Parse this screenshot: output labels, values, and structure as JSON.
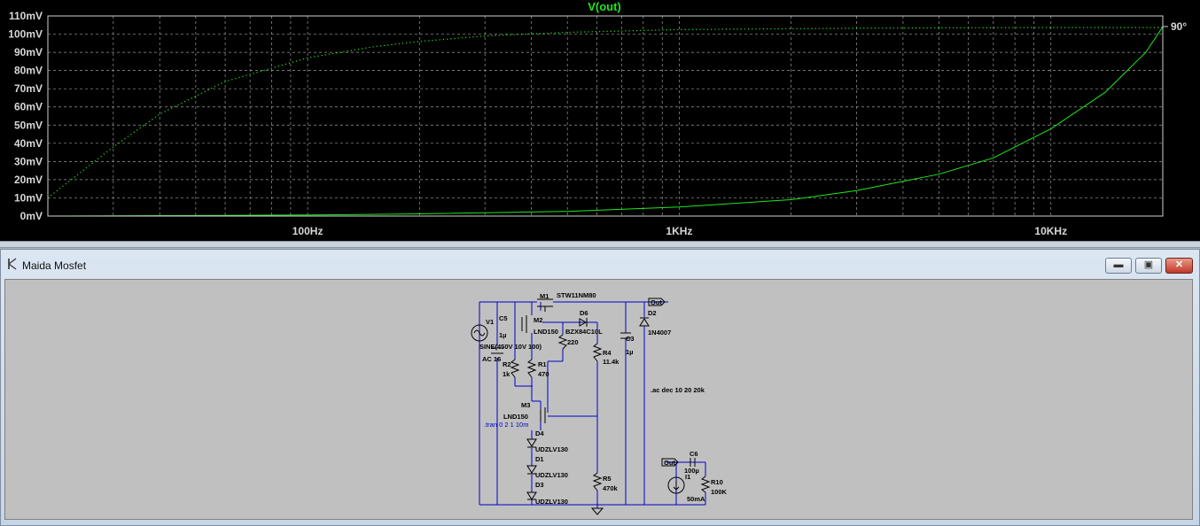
{
  "plot": {
    "trace_name": "V(out)",
    "phase_label": "90°",
    "colors": {
      "background": "#000000",
      "grid": "#9a9a9a",
      "axis_text": "#d8d8d8",
      "trace": "#1ee81e"
    }
  },
  "chart_data": {
    "type": "line",
    "title": "V(out)",
    "x_scale": "log",
    "xlim": [
      20,
      20000
    ],
    "ylim": [
      0,
      110
    ],
    "y_unit": "mV",
    "x_ticks": [
      "100Hz",
      "1KHz",
      "10KHz"
    ],
    "y_ticks": [
      "0mV",
      "10mV",
      "20mV",
      "30mV",
      "40mV",
      "50mV",
      "60mV",
      "70mV",
      "80mV",
      "90mV",
      "100mV",
      "110mV"
    ],
    "right_axis_label": "90°",
    "grid": true,
    "series": [
      {
        "style": "solid",
        "x": [
          20,
          50,
          100,
          200,
          500,
          1000,
          2000,
          3000,
          5000,
          7000,
          10000,
          14000,
          18000,
          20000
        ],
        "y": [
          0,
          0.3,
          0.6,
          1.2,
          2.6,
          5,
          9,
          14,
          23,
          32,
          48,
          68,
          90,
          104
        ]
      },
      {
        "style": "dotted",
        "x": [
          20,
          30,
          40,
          60,
          100,
          150,
          200,
          300,
          500,
          1000,
          2000,
          5000,
          10000,
          17000,
          20000
        ],
        "y": [
          10,
          38,
          56,
          74,
          87,
          93,
          96,
          99,
          101,
          102.5,
          103,
          103.5,
          103.6,
          103.6,
          103.6
        ]
      }
    ]
  },
  "schematic_window": {
    "title": "Maida Mosfet",
    "buttons": {
      "minimize": "▬",
      "maximize": "▣",
      "close": "✕"
    }
  },
  "schematic": {
    "components": {
      "M1": {
        "ref": "M1",
        "model": "STW11NM80"
      },
      "M2": {
        "ref": "M2",
        "model": "LND150"
      },
      "M3": {
        "ref": "M3",
        "model": "LND150"
      },
      "V1": {
        "ref": "V1",
        "value": "SINE(450V 10V 100)",
        "ac": "AC 16"
      },
      "C5": {
        "ref": "C5",
        "value": "1µ"
      },
      "D6": {
        "ref": "D6",
        "model": "BZX84C10L"
      },
      "R3": {
        "value": "220"
      },
      "R1": {
        "ref": "R1",
        "value": "470"
      },
      "R2": {
        "ref": "R2",
        "value": "1k"
      },
      "R4": {
        "ref": "R4",
        "value": "11.4k"
      },
      "R5": {
        "ref": "R5",
        "value": "470k"
      },
      "C3": {
        "ref": "C3",
        "value": "1µ"
      },
      "D2": {
        "ref": "D2",
        "model": "1N4007"
      },
      "D4": {
        "ref": "D4",
        "model": "UDZLV130"
      },
      "D1": {
        "ref": "D1",
        "model": "UDZLV130"
      },
      "D3": {
        "ref": "D3",
        "model": "UDZLV130"
      },
      "C6": {
        "ref": "C6",
        "value": "100µ"
      },
      "I1": {
        "ref": "I1",
        "value": "50mA"
      },
      "R10": {
        "ref": "R10",
        "value": "100K"
      }
    },
    "net_labels": {
      "out_top": "Out",
      "out_load": "Out"
    },
    "directives": {
      "ac": ".ac dec 10 20 20k",
      "tran": ".tran 0 2 1 10m"
    }
  }
}
